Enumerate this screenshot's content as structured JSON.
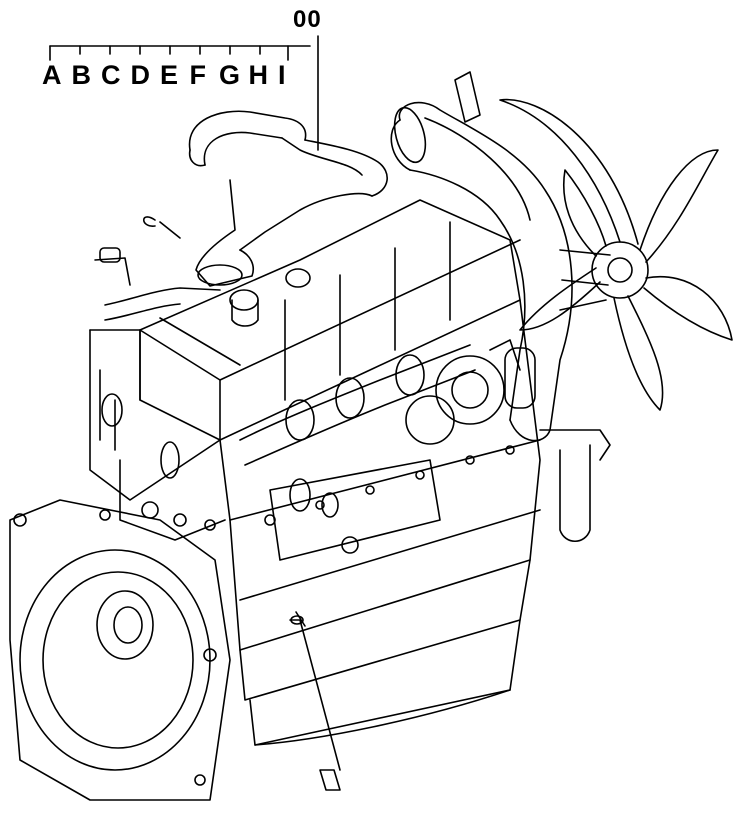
{
  "diagram": {
    "reference_number": "00",
    "index_letters": [
      "A",
      "B",
      "C",
      "D",
      "E",
      "F",
      "G",
      "H",
      "I"
    ],
    "line_color": "#000000",
    "background": "#ffffff"
  }
}
